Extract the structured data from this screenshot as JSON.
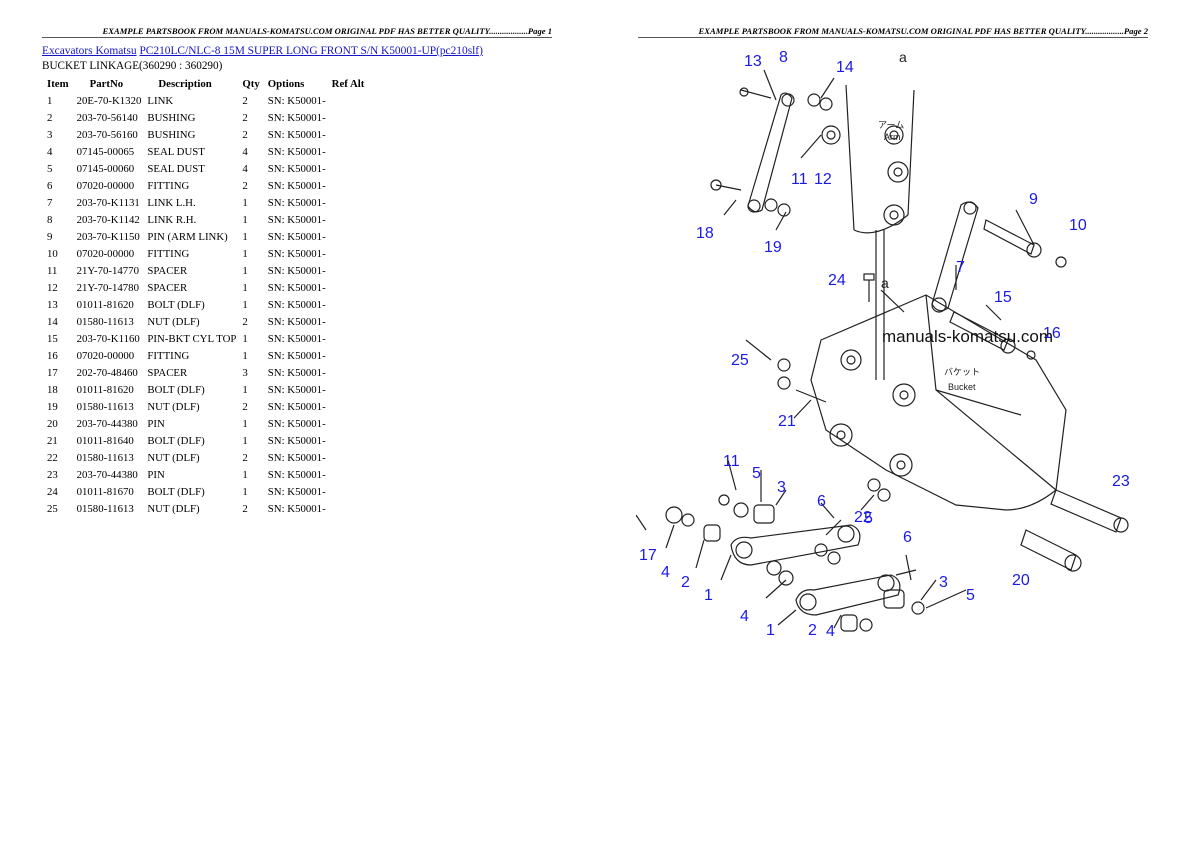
{
  "headers": {
    "left": "EXAMPLE PARTSBOOK FROM MANUALS-KOMATSU.COM ORIGINAL PDF HAS BETTER QUALITY..................Page 1",
    "right": "EXAMPLE PARTSBOOK FROM MANUALS-KOMATSU.COM ORIGINAL PDF HAS BETTER QUALITY..................Page 2"
  },
  "breadcrumb": {
    "link1": "Excavators Komatsu",
    "link2": "PC210LC/NLC-8 15M SUPER LONG FRONT S/N K50001-UP(pc210slf)"
  },
  "subtitle": "BUCKET LINKAGE(360290 : 360290)",
  "table": {
    "columns": [
      "Item",
      "PartNo",
      "Description",
      "Qty",
      "Options",
      "Ref Alt"
    ],
    "rows": [
      [
        "1",
        "20E-70-K1320",
        "LINK",
        "2",
        "SN: K50001-",
        ""
      ],
      [
        "2",
        "203-70-56140",
        "BUSHING",
        "2",
        "SN: K50001-",
        ""
      ],
      [
        "3",
        "203-70-56160",
        "BUSHING",
        "2",
        "SN: K50001-",
        ""
      ],
      [
        "4",
        "07145-00065",
        "SEAL DUST",
        "4",
        "SN: K50001-",
        ""
      ],
      [
        "5",
        "07145-00060",
        "SEAL DUST",
        "4",
        "SN: K50001-",
        ""
      ],
      [
        "6",
        "07020-00000",
        "FITTING",
        "2",
        "SN: K50001-",
        ""
      ],
      [
        "7",
        "203-70-K1131",
        "LINK L.H.",
        "1",
        "SN: K50001-",
        ""
      ],
      [
        "8",
        "203-70-K1142",
        "LINK R.H.",
        "1",
        "SN: K50001-",
        ""
      ],
      [
        "9",
        "203-70-K1150",
        "PIN (ARM LINK)",
        "1",
        "SN: K50001-",
        ""
      ],
      [
        "10",
        "07020-00000",
        "FITTING",
        "1",
        "SN: K50001-",
        ""
      ],
      [
        "11",
        "21Y-70-14770",
        "SPACER",
        "1",
        "SN: K50001-",
        ""
      ],
      [
        "12",
        "21Y-70-14780",
        "SPACER",
        "1",
        "SN: K50001-",
        ""
      ],
      [
        "13",
        "01011-81620",
        "BOLT (DLF)",
        "1",
        "SN: K50001-",
        ""
      ],
      [
        "14",
        "01580-11613",
        "NUT (DLF)",
        "2",
        "SN: K50001-",
        ""
      ],
      [
        "15",
        "203-70-K1160",
        "PIN-BKT CYL TOP",
        "1",
        "SN: K50001-",
        ""
      ],
      [
        "16",
        "07020-00000",
        "FITTING",
        "1",
        "SN: K50001-",
        ""
      ],
      [
        "17",
        "202-70-48460",
        "SPACER",
        "3",
        "SN: K50001-",
        ""
      ],
      [
        "18",
        "01011-81620",
        "BOLT (DLF)",
        "1",
        "SN: K50001-",
        ""
      ],
      [
        "19",
        "01580-11613",
        "NUT (DLF)",
        "2",
        "SN: K50001-",
        ""
      ],
      [
        "20",
        "203-70-44380",
        "PIN",
        "1",
        "SN: K50001-",
        ""
      ],
      [
        "21",
        "01011-81640",
        "BOLT (DLF)",
        "1",
        "SN: K50001-",
        ""
      ],
      [
        "22",
        "01580-11613",
        "NUT (DLF)",
        "2",
        "SN: K50001-",
        ""
      ],
      [
        "23",
        "203-70-44380",
        "PIN",
        "1",
        "SN: K50001-",
        ""
      ],
      [
        "24",
        "01011-81670",
        "BOLT (DLF)",
        "1",
        "SN: K50001-",
        ""
      ],
      [
        "25",
        "01580-11613",
        "NUT (DLF)",
        "2",
        "SN: K50001-",
        ""
      ]
    ]
  },
  "diagram": {
    "watermark": "manuals-komatsu.com",
    "arm_label_jp": "アーム",
    "arm_label_en": "Arm",
    "bucket_label_jp": "バケット",
    "bucket_label_en": "Bucket",
    "ref_letter": "a",
    "callouts": [
      "13",
      "8",
      "14",
      "11",
      "12",
      "18",
      "19",
      "9",
      "10",
      "7",
      "24",
      "15",
      "16",
      "25",
      "21",
      "11",
      "5",
      "3",
      "6",
      "22",
      "17",
      "4",
      "2",
      "1",
      "5",
      "6",
      "3",
      "5",
      "4",
      "1",
      "2",
      "4",
      "20",
      "23"
    ],
    "colors": {
      "callout": "#1a1ae6",
      "line": "#222222"
    }
  }
}
